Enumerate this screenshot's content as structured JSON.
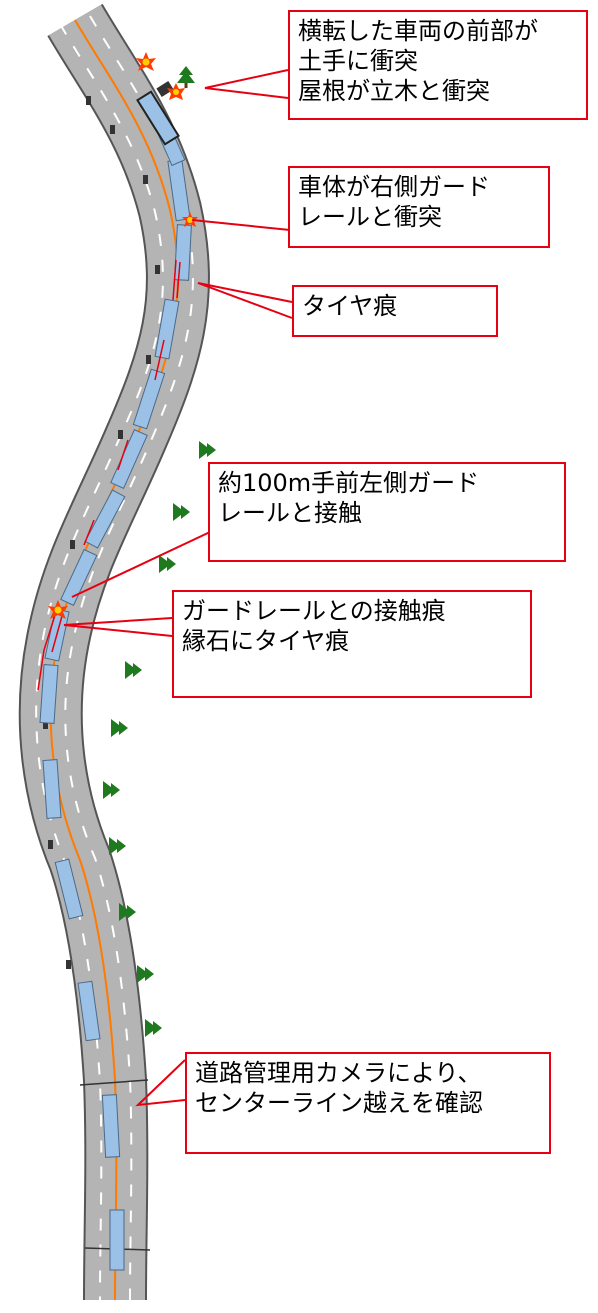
{
  "colors": {
    "road": "#b4b4b4",
    "road_edge": "#555555",
    "lane_marking": "#ffffff",
    "center_line": "#ff7a00",
    "bus": "#9cc1e6",
    "bus_outline": "#4a6a8a",
    "callout_border": "#e60012",
    "tree": "#1f7a1f",
    "impact": "#ff3b00"
  },
  "icons": {
    "vehicle": "car-icon",
    "bus": "bus-icon",
    "tree": "tree-icon",
    "impact": "impact-burst-icon"
  },
  "callouts": [
    {
      "id": "rollover",
      "lines": [
        "横転した車両の前部が",
        "土手に衝突",
        "屋根が立木と衝突"
      ]
    },
    {
      "id": "right-guardrail",
      "lines": [
        "車体が右側ガード",
        "レールと衝突"
      ]
    },
    {
      "id": "tire-mark-1",
      "lines": [
        "タイヤ痕"
      ]
    },
    {
      "id": "left-guardrail",
      "lines": [
        "約100m手前左側ガード",
        "レールと接触"
      ]
    },
    {
      "id": "contact-marks",
      "lines": [
        "ガードレールとの接触痕",
        "縁石にタイヤ痕"
      ]
    },
    {
      "id": "camera",
      "lines": [
        "道路管理用カメラにより、",
        "センターライン越えを確認"
      ]
    }
  ]
}
